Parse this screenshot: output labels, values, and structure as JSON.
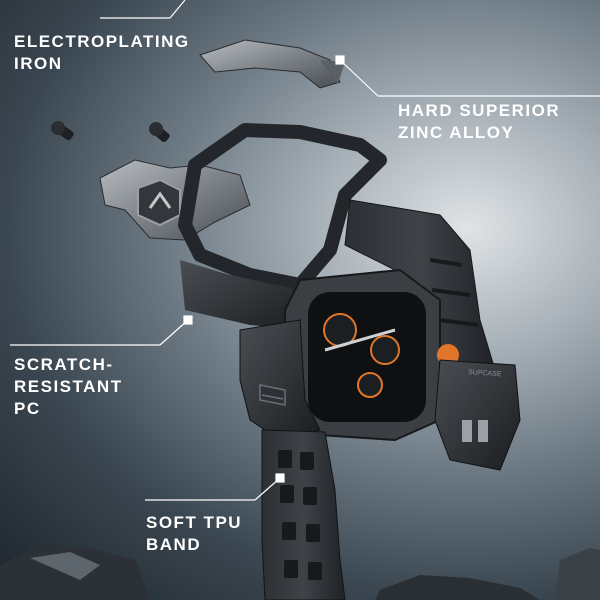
{
  "callouts": [
    {
      "id": "electroplating-iron",
      "lines": [
        "ELECTROPLATING",
        "IRON"
      ]
    },
    {
      "id": "zinc-alloy",
      "lines": [
        "HARD SUPERIOR",
        "ZINC ALLOY"
      ]
    },
    {
      "id": "scratch-resistant",
      "lines": [
        "SCRATCH-",
        "RESISTANT",
        "PC"
      ]
    },
    {
      "id": "tpu-band",
      "lines": [
        "SOFT TPU",
        "BAND"
      ]
    }
  ],
  "case_brand": "SUPCASE",
  "colors": {
    "label": "#ffffff",
    "leader": "#ffffff",
    "watch_accent": "#e0762a",
    "metal": "#8a8f94",
    "case": "#2a2d31"
  }
}
